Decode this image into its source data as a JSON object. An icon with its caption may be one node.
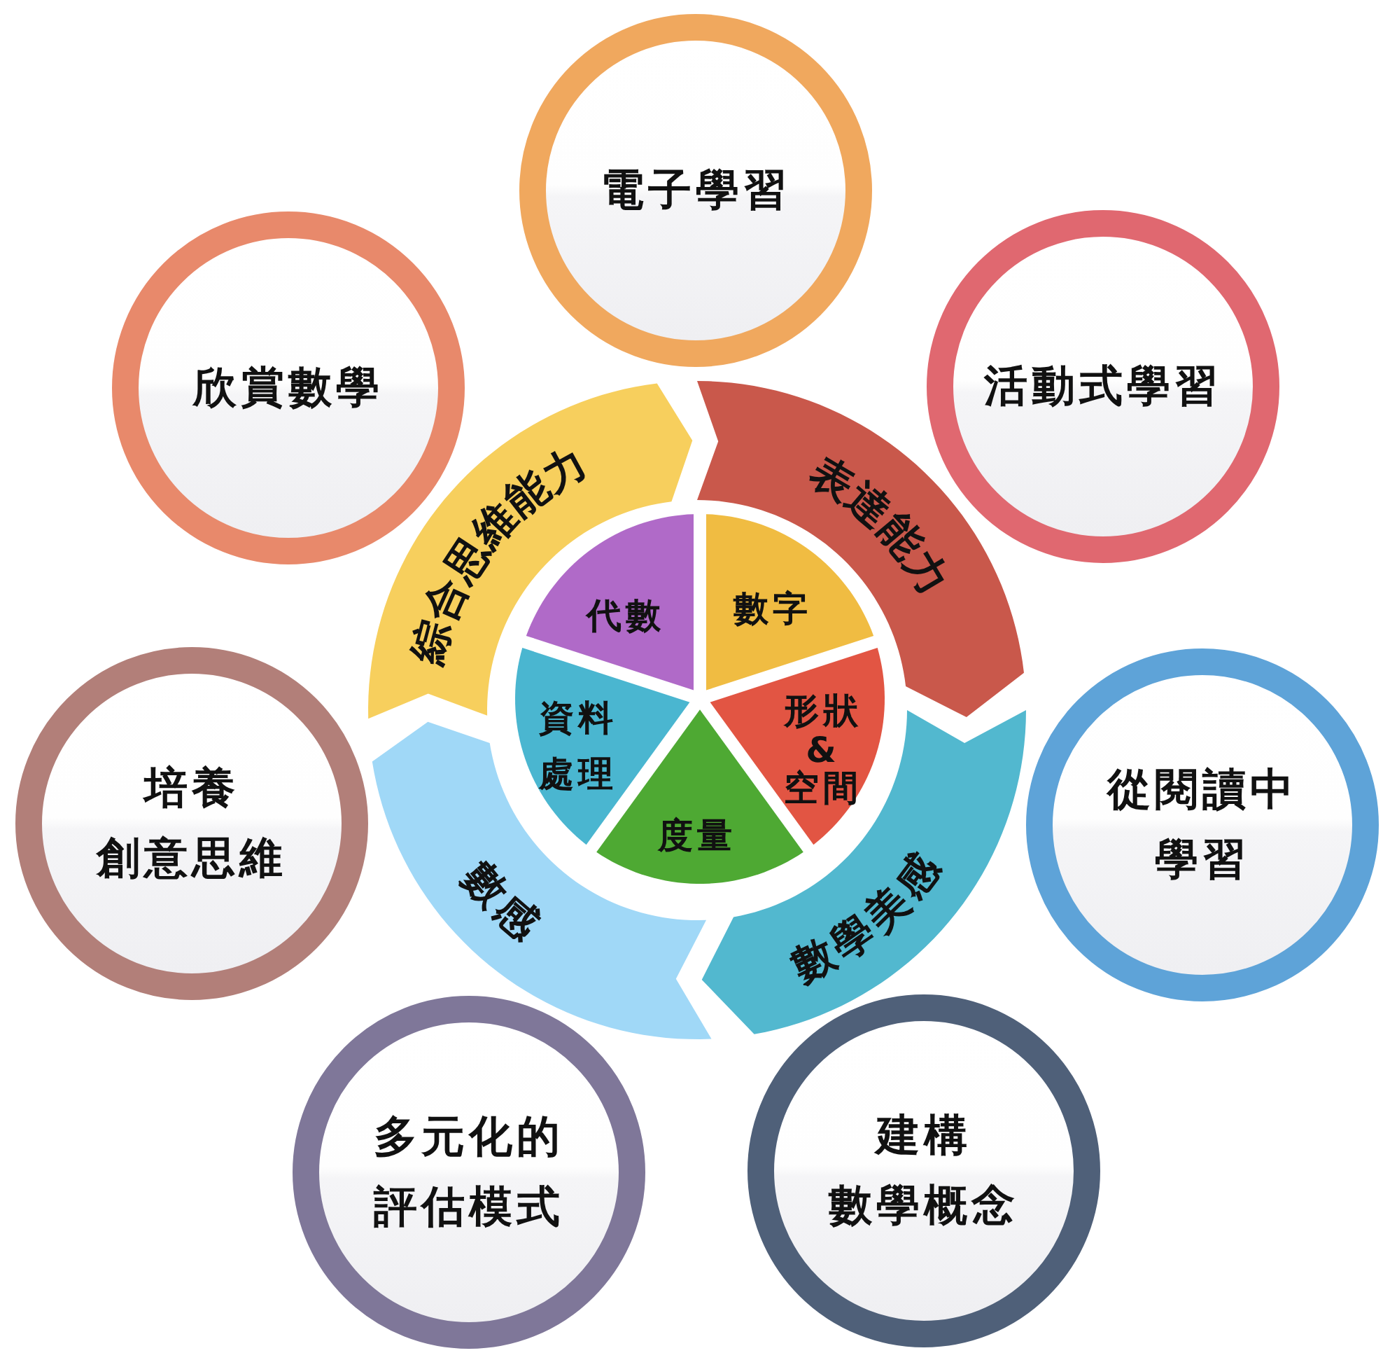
{
  "diagram": {
    "nodes": [
      {
        "text": [
          "電子學習"
        ]
      },
      {
        "text": [
          "欣賞數學"
        ]
      },
      {
        "text": [
          "活動式學習"
        ]
      },
      {
        "text": [
          "綜合思維能力"
        ]
      },
      {
        "text": [
          "表達能力"
        ]
      },
      {
        "text": [
          "代數"
        ]
      },
      {
        "text": [
          "數字"
        ]
      },
      {
        "text": [
          "資料處理"
        ]
      },
      {
        "text": [
          "形狀&空間"
        ]
      },
      {
        "text": [
          "培養創意思維"
        ]
      },
      {
        "text": [
          "從閱讀中學習"
        ]
      },
      {
        "text": [
          "度量"
        ]
      },
      {
        "text": [
          "數感"
        ]
      },
      {
        "text": [
          "數學美感"
        ]
      },
      {
        "text": [
          "多元化的評估模式"
        ]
      },
      {
        "text": [
          "建構數學概念"
        ]
      }
    ]
  }
}
